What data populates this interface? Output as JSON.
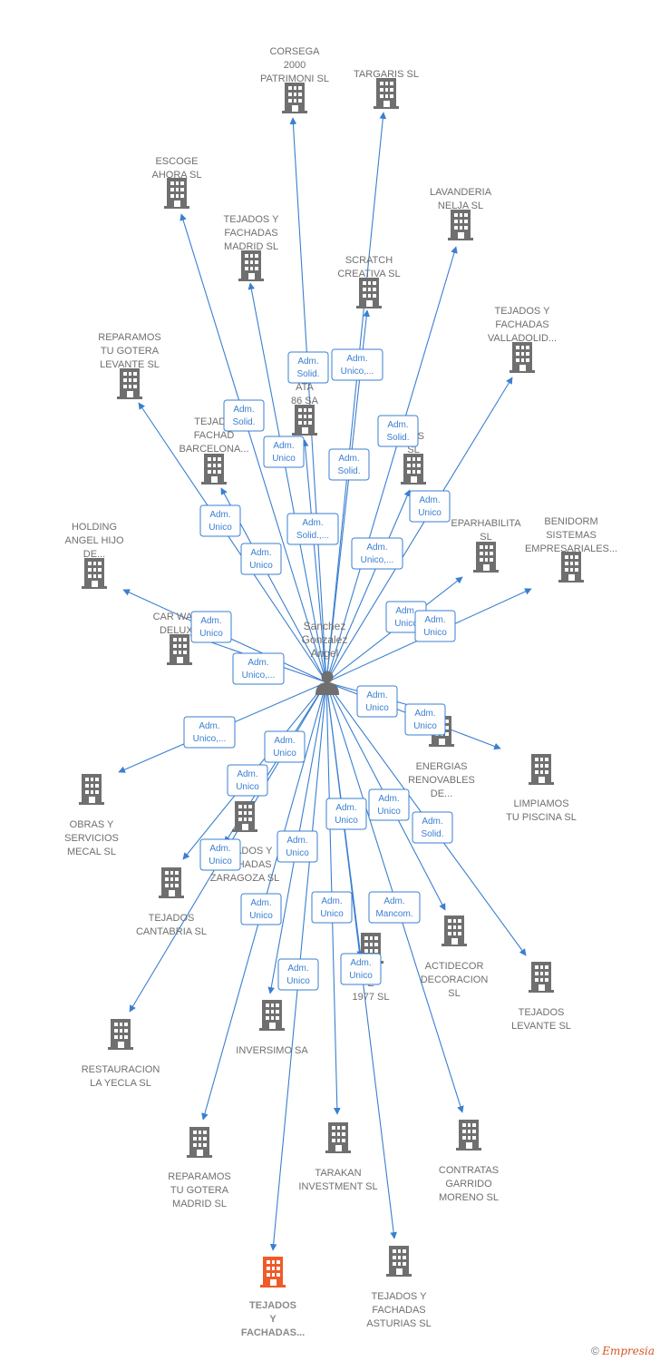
{
  "center": {
    "lines": [
      "Sanchez",
      "Gonzalez",
      "Angel"
    ],
    "icon": "person-icon"
  },
  "colors": {
    "edge": "#3a7fd0",
    "building": "#6f6f6f",
    "highlight": "#f05a28",
    "label": "#6f6f6f"
  },
  "nodes": [
    {
      "id": "corsega",
      "lines": [
        "CORSEGA",
        "2000",
        "PATRIMONI SL"
      ]
    },
    {
      "id": "targaris",
      "lines": [
        "TARGARIS SL"
      ]
    },
    {
      "id": "escoge",
      "lines": [
        "ESCOGE",
        "AHORA SL"
      ]
    },
    {
      "id": "tejados-madrid",
      "lines": [
        "TEJADOS Y",
        "FACHADAS",
        "MADRID SL"
      ]
    },
    {
      "id": "lavanderia",
      "lines": [
        "LAVANDERIA",
        "NELJA SL"
      ]
    },
    {
      "id": "scratch",
      "lines": [
        "SCRATCH",
        "CREATIVA SL"
      ]
    },
    {
      "id": "tejados-valladolid",
      "lines": [
        "TEJADOS Y",
        "FACHADAS",
        "VALLADOLID..."
      ]
    },
    {
      "id": "reparamos-levante",
      "lines": [
        "REPARAMOS",
        "TU GOTERA",
        "LEVANTE SL"
      ]
    },
    {
      "id": "ata86",
      "lines": [
        "ATA",
        "86 SA"
      ]
    },
    {
      "id": "tejado-barcelona",
      "lines": [
        "TEJADO",
        "FACHAD",
        "BARCELONA..."
      ]
    },
    {
      "id": "dos",
      "lines": [
        "DOS",
        "SL"
      ]
    },
    {
      "id": "holding",
      "lines": [
        "HOLDING",
        "ANGEL HIJO",
        "DE..."
      ]
    },
    {
      "id": "reparhabilita",
      "lines": [
        "EPARHABILITA",
        "SL"
      ]
    },
    {
      "id": "benidorm",
      "lines": [
        "BENIDORM",
        "SISTEMAS",
        "EMPRESARIALES..."
      ]
    },
    {
      "id": "carwash",
      "lines": [
        "CAR WASH",
        "DELUXE"
      ]
    },
    {
      "id": "energias",
      "lines": [
        "ENERGIAS",
        "RENOVABLES",
        "DE..."
      ]
    },
    {
      "id": "limpiamos",
      "lines": [
        "LIMPIAMOS",
        "TU PISCINA SL"
      ]
    },
    {
      "id": "obras",
      "lines": [
        "OBRAS Y",
        "SERVICIOS",
        "MECAL SL"
      ]
    },
    {
      "id": "tejados-zaragoza",
      "lines": [
        "TEJADOS Y",
        "FACHADAS",
        "ZARAGOZA SL"
      ]
    },
    {
      "id": "tejados-cantabria",
      "lines": [
        "TEJADOS",
        "CANTABRIA SL"
      ]
    },
    {
      "id": "actidecor",
      "lines": [
        "ACTIDECOR",
        "DECORACION",
        "SL"
      ]
    },
    {
      "id": "tejados-levante",
      "lines": [
        "TEJADOS",
        "LEVANTE SL"
      ]
    },
    {
      "id": "n1977",
      "lines": [
        "E",
        "1977 SL"
      ]
    },
    {
      "id": "restauracion",
      "lines": [
        "RESTAURACION",
        "LA YECLA SL"
      ]
    },
    {
      "id": "inversimo",
      "lines": [
        "INVERSIMO SA"
      ]
    },
    {
      "id": "reparamos-madrid",
      "lines": [
        "REPARAMOS",
        "TU GOTERA",
        "MADRID SL"
      ]
    },
    {
      "id": "tarakan",
      "lines": [
        "TARAKAN",
        "INVESTMENT SL"
      ]
    },
    {
      "id": "contratas",
      "lines": [
        "CONTRATAS",
        "GARRIDO",
        "MORENO SL"
      ]
    },
    {
      "id": "tejados-asturias",
      "lines": [
        "TEJADOS Y",
        "FACHADAS",
        "ASTURIAS SL"
      ]
    },
    {
      "id": "tejados-highlight",
      "lines": [
        "TEJADOS",
        "Y",
        "FACHADAS..."
      ],
      "highlight": true
    }
  ],
  "roles": [
    [
      "Adm.",
      "Solid."
    ],
    [
      "Adm.",
      "Unico,..."
    ],
    [
      "Adm.",
      "Solid."
    ],
    [
      "Adm.",
      "Unico"
    ],
    [
      "Adm.",
      "Solid."
    ],
    [
      "Adm.",
      "Solid."
    ],
    [
      "Adm.",
      "Unico"
    ],
    [
      "Adm.",
      "Unico"
    ],
    [
      "Adm.",
      "Solid.,..."
    ],
    [
      "Adm.",
      "Unico,..."
    ],
    [
      "Adm.",
      "Unico"
    ],
    [
      "Adm.",
      "Unico"
    ],
    [
      "Adm.",
      "Unico"
    ],
    [
      "Adm.",
      "Unico"
    ],
    [
      "Adm.",
      "Unico,..."
    ],
    [
      "Adm.",
      "Unico"
    ],
    [
      "Adm.",
      "Unico"
    ],
    [
      "Adm.",
      "Unico,..."
    ],
    [
      "Adm.",
      "Unico"
    ],
    [
      "Adm.",
      "Unico"
    ],
    [
      "Adm.",
      "Unico"
    ],
    [
      "Adm.",
      "Unico"
    ],
    [
      "Adm.",
      "Unico"
    ],
    [
      "Adm.",
      "Unico"
    ],
    [
      "Adm.",
      "Solid."
    ],
    [
      "Adm.",
      "Unico"
    ],
    [
      "Adm.",
      "Unico"
    ],
    [
      "Adm.",
      "Mancom."
    ],
    [
      "Adm.",
      "Unico"
    ],
    [
      "Adm.",
      "Unico"
    ]
  ],
  "footer": {
    "copyright": "©",
    "brand": "Empresia"
  }
}
